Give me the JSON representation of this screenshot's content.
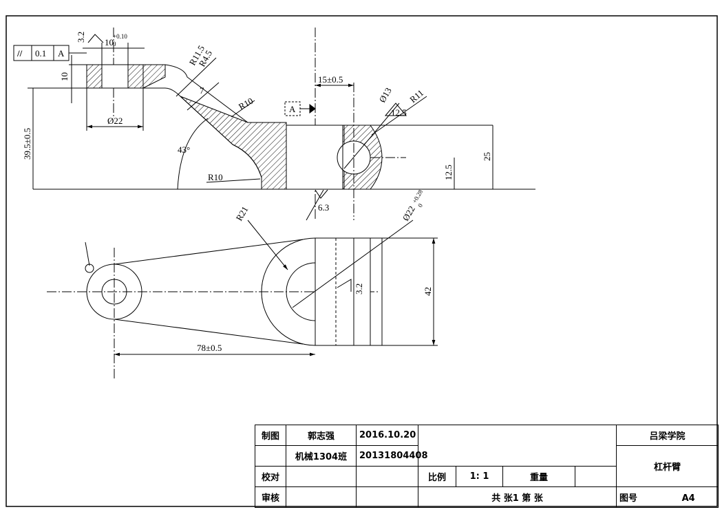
{
  "drawing": {
    "gdt": {
      "symbol": "//",
      "tolerance": "0.1",
      "datum": "A"
    },
    "roughness_top": "3.2",
    "dim_bore_width": "10",
    "dim_bore_width_tol_upper": "+0.10",
    "dim_bore_width_tol_lower": "0",
    "dim_10": "10",
    "dim_22": "Ø22",
    "dim_39_5": "39.5±0.5",
    "dim_r11_5": "R11.5",
    "dim_r4_5": "R4.5",
    "dim_7": "7",
    "dim_r10_upper": "R10",
    "dim_r10_lower": "R10",
    "dim_43": "43°",
    "datum_label": "A",
    "dim_15": "15±0.5",
    "dim_13": "Ø13",
    "dim_r11": "R11",
    "roughness_12_5": "12.5",
    "dim_25": "25",
    "dim_12_5": "12.5",
    "roughness_6_3": "6.3",
    "dim_r21": "R21",
    "dim_22_bore": "Ø22",
    "dim_22_bore_tol_upper": "+0.28",
    "dim_22_bore_tol_lower": "0",
    "roughness_3_2": "3.2",
    "dim_42": "42",
    "dim_78": "78±0.5"
  },
  "title_block": {
    "drawn_label": "制图",
    "drawn_by": "郭志强",
    "drawn_date": "2016.10.20",
    "class_name": "机械1304班",
    "student_id": "20131804408",
    "check_label": "校对",
    "review_label": "审核",
    "scale_label": "比例",
    "scale_value": "1: 1",
    "weight_label": "重量",
    "sheets_text": "共  张1  第   张",
    "institution": "吕梁学院",
    "part_name": "杠杆臂",
    "drawing_no_label": "图号",
    "drawing_no": "A4"
  }
}
